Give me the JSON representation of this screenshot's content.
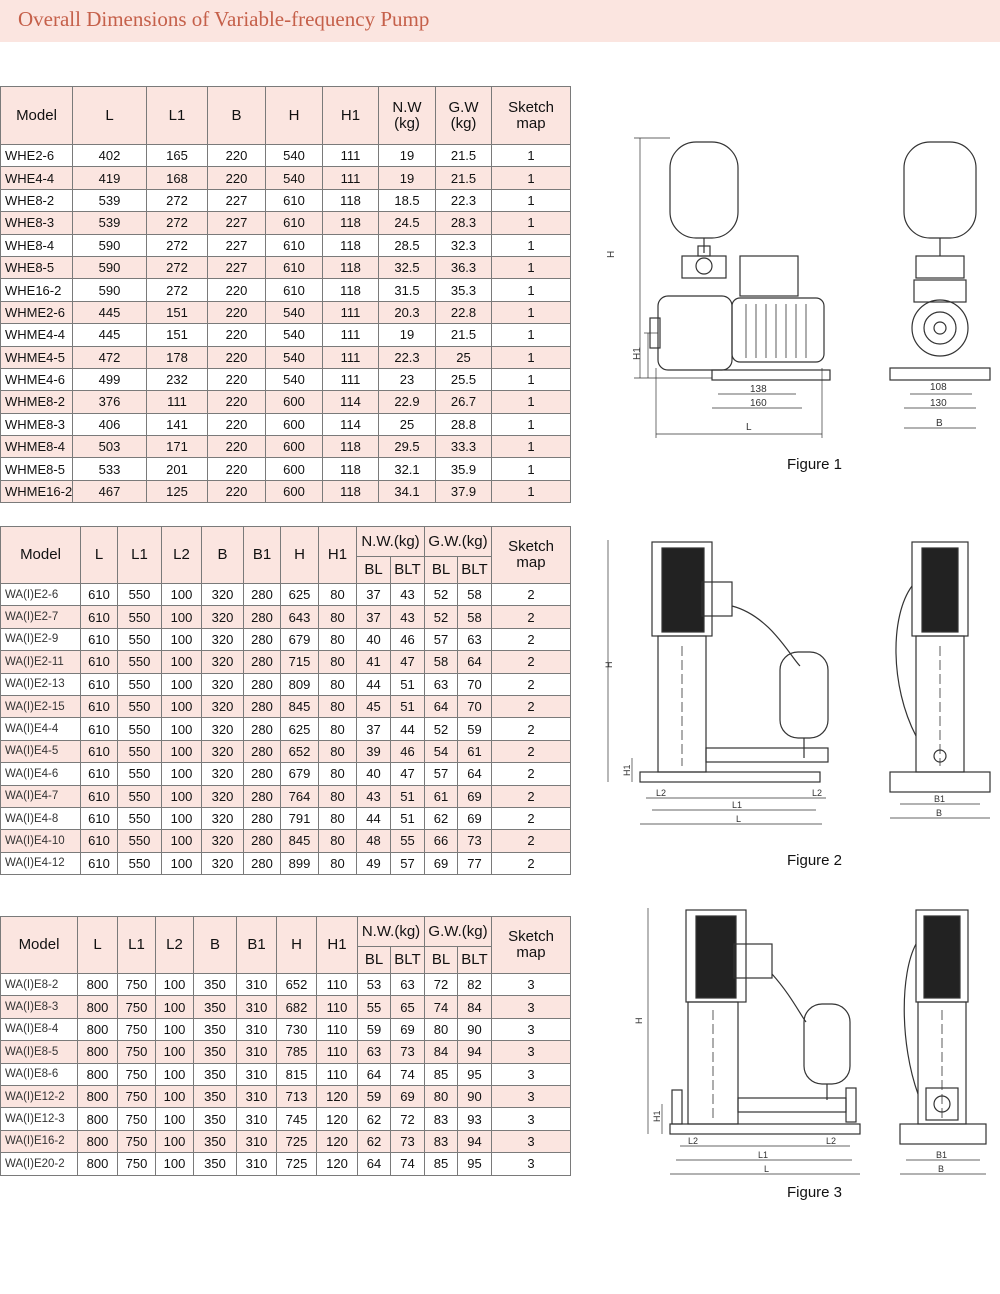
{
  "title": "Overall Dimensions of Variable-frequency Pump",
  "table1": {
    "headers": [
      "Model",
      "L",
      "L1",
      "B",
      "H",
      "H1",
      "N.W\n(kg)",
      "G.W\n(kg)",
      "Sketch\nmap"
    ],
    "rows": [
      [
        "WHE2-6",
        "402",
        "165",
        "220",
        "540",
        "111",
        "19",
        "21.5",
        "1"
      ],
      [
        "WHE4-4",
        "419",
        "168",
        "220",
        "540",
        "111",
        "19",
        "21.5",
        "1"
      ],
      [
        "WHE8-2",
        "539",
        "272",
        "227",
        "610",
        "118",
        "18.5",
        "22.3",
        "1"
      ],
      [
        "WHE8-3",
        "539",
        "272",
        "227",
        "610",
        "118",
        "24.5",
        "28.3",
        "1"
      ],
      [
        "WHE8-4",
        "590",
        "272",
        "227",
        "610",
        "118",
        "28.5",
        "32.3",
        "1"
      ],
      [
        "WHE8-5",
        "590",
        "272",
        "227",
        "610",
        "118",
        "32.5",
        "36.3",
        "1"
      ],
      [
        "WHE16-2",
        "590",
        "272",
        "220",
        "610",
        "118",
        "31.5",
        "35.3",
        "1"
      ],
      [
        "WHME2-6",
        "445",
        "151",
        "220",
        "540",
        "111",
        "20.3",
        "22.8",
        "1"
      ],
      [
        "WHME4-4",
        "445",
        "151",
        "220",
        "540",
        "111",
        "19",
        "21.5",
        "1"
      ],
      [
        "WHME4-5",
        "472",
        "178",
        "220",
        "540",
        "111",
        "22.3",
        "25",
        "1"
      ],
      [
        "WHME4-6",
        "499",
        "232",
        "220",
        "540",
        "111",
        "23",
        "25.5",
        "1"
      ],
      [
        "WHME8-2",
        "376",
        "111",
        "220",
        "600",
        "114",
        "22.9",
        "26.7",
        "1"
      ],
      [
        "WHME8-3",
        "406",
        "141",
        "220",
        "600",
        "114",
        "25",
        "28.8",
        "1"
      ],
      [
        "WHME8-4",
        "503",
        "171",
        "220",
        "600",
        "118",
        "29.5",
        "33.3",
        "1"
      ],
      [
        "WHME8-5",
        "533",
        "201",
        "220",
        "600",
        "118",
        "32.1",
        "35.9",
        "1"
      ],
      [
        "WHME16-2",
        "467",
        "125",
        "220",
        "600",
        "118",
        "34.1",
        "37.9",
        "1"
      ]
    ]
  },
  "table2": {
    "headers": [
      "Model",
      "L",
      "L1",
      "L2",
      "B",
      "B1",
      "H",
      "H1",
      "N.W.(kg)",
      "G.W.(kg)",
      "Sketch\nmap"
    ],
    "subheaders": [
      "BL",
      "BLT",
      "BL",
      "BLT"
    ],
    "rows": [
      [
        "WA(I)E2-6",
        "610",
        "550",
        "100",
        "320",
        "280",
        "625",
        "80",
        "37",
        "43",
        "52",
        "58",
        "2"
      ],
      [
        "WA(I)E2-7",
        "610",
        "550",
        "100",
        "320",
        "280",
        "643",
        "80",
        "37",
        "43",
        "52",
        "58",
        "2"
      ],
      [
        "WA(I)E2-9",
        "610",
        "550",
        "100",
        "320",
        "280",
        "679",
        "80",
        "40",
        "46",
        "57",
        "63",
        "2"
      ],
      [
        "WA(I)E2-11",
        "610",
        "550",
        "100",
        "320",
        "280",
        "715",
        "80",
        "41",
        "47",
        "58",
        "64",
        "2"
      ],
      [
        "WA(I)E2-13",
        "610",
        "550",
        "100",
        "320",
        "280",
        "809",
        "80",
        "44",
        "51",
        "63",
        "70",
        "2"
      ],
      [
        "WA(I)E2-15",
        "610",
        "550",
        "100",
        "320",
        "280",
        "845",
        "80",
        "45",
        "51",
        "64",
        "70",
        "2"
      ],
      [
        "WA(I)E4-4",
        "610",
        "550",
        "100",
        "320",
        "280",
        "625",
        "80",
        "37",
        "44",
        "52",
        "59",
        "2"
      ],
      [
        "WA(I)E4-5",
        "610",
        "550",
        "100",
        "320",
        "280",
        "652",
        "80",
        "39",
        "46",
        "54",
        "61",
        "2"
      ],
      [
        "WA(I)E4-6",
        "610",
        "550",
        "100",
        "320",
        "280",
        "679",
        "80",
        "40",
        "47",
        "57",
        "64",
        "2"
      ],
      [
        "WA(I)E4-7",
        "610",
        "550",
        "100",
        "320",
        "280",
        "764",
        "80",
        "43",
        "51",
        "61",
        "69",
        "2"
      ],
      [
        "WA(I)E4-8",
        "610",
        "550",
        "100",
        "320",
        "280",
        "791",
        "80",
        "44",
        "51",
        "62",
        "69",
        "2"
      ],
      [
        "WA(I)E4-10",
        "610",
        "550",
        "100",
        "320",
        "280",
        "845",
        "80",
        "48",
        "55",
        "66",
        "73",
        "2"
      ],
      [
        "WA(I)E4-12",
        "610",
        "550",
        "100",
        "320",
        "280",
        "899",
        "80",
        "49",
        "57",
        "69",
        "77",
        "2"
      ]
    ]
  },
  "table3": {
    "headers": [
      "Model",
      "L",
      "L1",
      "L2",
      "B",
      "B1",
      "H",
      "H1",
      "N.W.(kg)",
      "G.W.(kg)",
      "Sketch\nmap"
    ],
    "subheaders": [
      "BL",
      "BLT",
      "BL",
      "BLT"
    ],
    "rows": [
      [
        "WA(I)E8-2",
        "800",
        "750",
        "100",
        "350",
        "310",
        "652",
        "110",
        "53",
        "63",
        "72",
        "82",
        "3"
      ],
      [
        "WA(I)E8-3",
        "800",
        "750",
        "100",
        "350",
        "310",
        "682",
        "110",
        "55",
        "65",
        "74",
        "84",
        "3"
      ],
      [
        "WA(I)E8-4",
        "800",
        "750",
        "100",
        "350",
        "310",
        "730",
        "110",
        "59",
        "69",
        "80",
        "90",
        "3"
      ],
      [
        "WA(I)E8-5",
        "800",
        "750",
        "100",
        "350",
        "310",
        "785",
        "110",
        "63",
        "73",
        "84",
        "94",
        "3"
      ],
      [
        "WA(I)E8-6",
        "800",
        "750",
        "100",
        "350",
        "310",
        "815",
        "110",
        "64",
        "74",
        "85",
        "95",
        "3"
      ],
      [
        "WA(I)E12-2",
        "800",
        "750",
        "100",
        "350",
        "310",
        "713",
        "120",
        "59",
        "69",
        "80",
        "90",
        "3"
      ],
      [
        "WA(I)E12-3",
        "800",
        "750",
        "100",
        "350",
        "310",
        "745",
        "120",
        "62",
        "72",
        "83",
        "93",
        "3"
      ],
      [
        "WA(I)E16-2",
        "800",
        "750",
        "100",
        "350",
        "310",
        "725",
        "120",
        "62",
        "73",
        "83",
        "94",
        "3"
      ],
      [
        "WA(I)E20-2",
        "800",
        "750",
        "100",
        "350",
        "310",
        "725",
        "120",
        "64",
        "74",
        "85",
        "95",
        "3"
      ]
    ]
  },
  "figures": {
    "fig1": {
      "caption": "Figure 1",
      "labels": {
        "H": "H",
        "H1": "H1",
        "d138": "138",
        "d160": "160",
        "L": "L",
        "d108": "108",
        "d130": "130",
        "B": "B"
      }
    },
    "fig2": {
      "caption": "Figure 2",
      "labels": {
        "H": "H",
        "H1": "H1",
        "L2a": "L2",
        "L2b": "L2",
        "L1": "L1",
        "L": "L",
        "B1": "B1",
        "B": "B"
      }
    },
    "fig3": {
      "caption": "Figure 3",
      "labels": {
        "H": "H",
        "H1": "H1",
        "L2a": "L2",
        "L2b": "L2",
        "L1": "L1",
        "L": "L",
        "B1": "B1",
        "B": "B"
      }
    }
  }
}
